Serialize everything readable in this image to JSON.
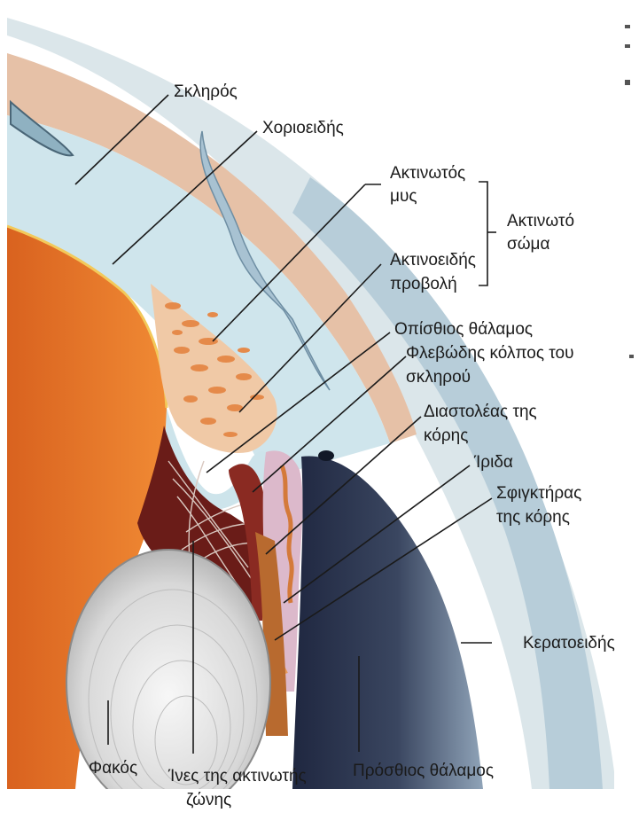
{
  "labels": {
    "sclera": "Σκληρός",
    "choroid": "Χοριοειδής",
    "ciliary_muscle_1": "Ακτινωτός",
    "ciliary_muscle_2": "μυς",
    "ciliary_body_1": "Ακτινωτό",
    "ciliary_body_2": "σώμα",
    "ciliary_process_1": "Ακτινοειδής",
    "ciliary_process_2": "προβολή",
    "posterior_chamber": "Οπίσθιος θάλαμος",
    "scleral_sinus_1": "Φλεβώδης κόλπος του",
    "scleral_sinus_2": "σκληρού",
    "dilator_1": "Διαστολέας της",
    "dilator_2": "κόρης",
    "iris": "Ίριδα",
    "sphincter_1": "Σφιγκτήρας",
    "sphincter_2": "της κόρης",
    "cornea": "Κερατοειδής",
    "lens": "Φακός",
    "zonule_1": "Ίνες της ακτινωτής",
    "zonule_2": "ζώνης",
    "anterior_chamber": "Πρόσθιος θάλαμος"
  },
  "colors": {
    "lens_body": "#e07a2a",
    "sclera": "#e8c9b0",
    "choroid_band": "#c9e3ea",
    "cornea": "#a9c7d6",
    "anterior_chamber": "#2c3850",
    "iris": "#d9b7c9",
    "ciliary_dark": "#6b1f1a",
    "lens_capsule": "#dcdcdc"
  }
}
